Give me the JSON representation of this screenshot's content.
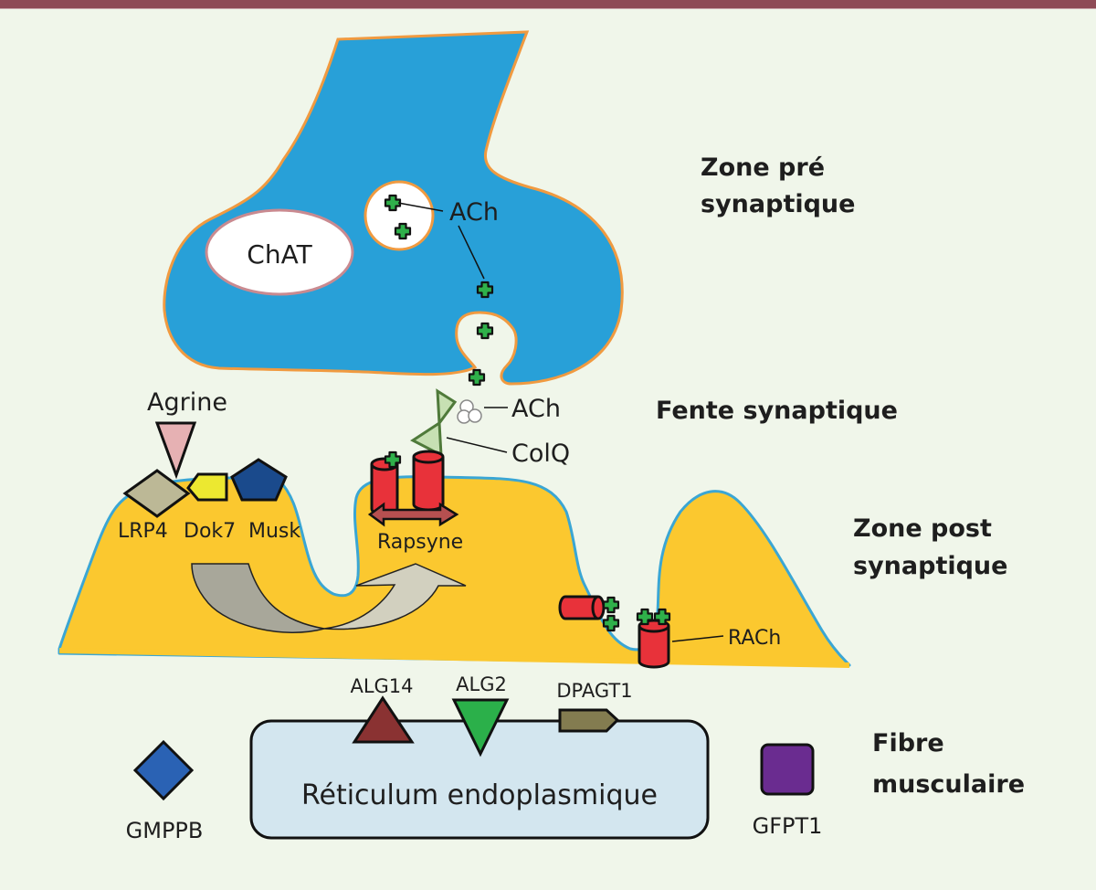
{
  "zones": {
    "pre": [
      "Zone pré",
      "synaptique"
    ],
    "cleft": "Fente synaptique",
    "post": [
      "Zone post",
      "synaptique"
    ],
    "fibre": [
      "Fibre",
      "musculaire"
    ]
  },
  "labels": {
    "chat": "ChAT",
    "ach_vesicle": "ACh",
    "ach_cleft": "ACh",
    "colq": "ColQ",
    "agrine": "Agrine",
    "lrp4": "LRP4",
    "dok7": "Dok7",
    "musk": "Musk",
    "rapsyne": "Rapsyne",
    "rach": "RACh",
    "alg14": "ALG14",
    "alg2": "ALG2",
    "dpagt1": "DPAGT1",
    "reticulum": "Réticulum endoplasmique",
    "gmppb": "GMPPB",
    "gfpt1": "GFPT1"
  },
  "colors": {
    "header_bar": "#8e4a56",
    "background": "#f0f6ea",
    "presynaptic_fill": "#28a0d8",
    "presynaptic_outline": "#f09a40",
    "postsynaptic_fill": "#fbc82f",
    "postsynaptic_outline": "#3aa6d4",
    "ach_green": "#2fb04a",
    "receptor_red": "#e8323a",
    "agrine_pink": "#e6b1b3",
    "lrp4_khaki": "#bcb896",
    "dok7_yellow": "#ece830",
    "musk_navy": "#1a4a8c",
    "alg14_maroon": "#8a3232",
    "alg2_green": "#2bb04a",
    "dpagt1_olive": "#837c50",
    "reticulum_fill": "#d3e6ef",
    "gmppb_blue": "#2a62b4",
    "gfpt1_purple": "#6a2c90"
  }
}
